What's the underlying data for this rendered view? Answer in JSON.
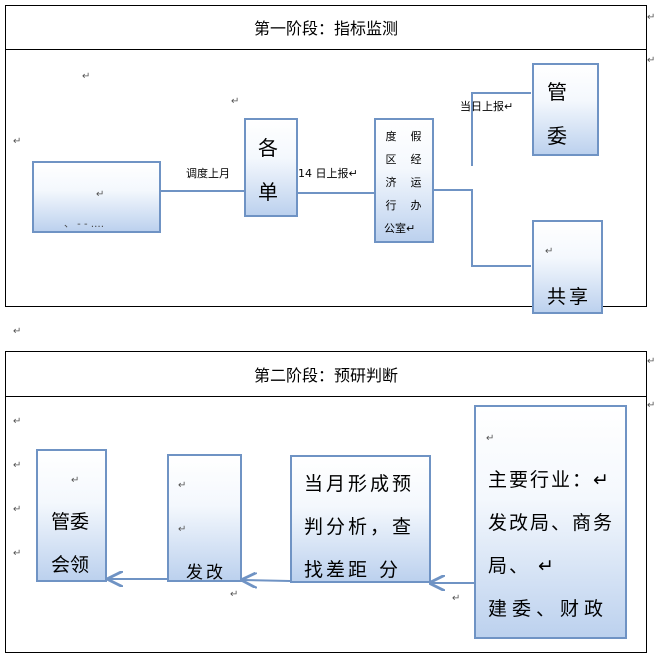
{
  "stage1": {
    "title": "第一阶段：指标监测",
    "mark": "↵",
    "source_box": {
      "text": "、 ‑ ‑ ‥‥"
    },
    "label_monthly": "调度上月",
    "box_units": {
      "line1": "各",
      "line2": "单"
    },
    "label_14th": "14 日上报↵",
    "box_office": {
      "cells": [
        "度",
        "假",
        "区",
        "经",
        "济",
        "运",
        "行",
        "办",
        "公室↵"
      ]
    },
    "label_same_day": "当日上报↵",
    "box_committee": {
      "line1": "管",
      "line2": "委"
    },
    "box_share": {
      "text": "共享"
    }
  },
  "stage2": {
    "title": "第二阶段：预研判断",
    "mark": "↵",
    "box_leaders": {
      "line1": "管委",
      "line2": "会领"
    },
    "box_reform": {
      "text": "发改"
    },
    "box_analysis": {
      "line1": "当月形成预",
      "line2": "判分析，查",
      "line3": "找差距 分"
    },
    "box_industry": {
      "line1": "主要行业：↵",
      "line2": "发改局、商务",
      "line3": "局、 ↵",
      "line4": "建委、财政"
    }
  },
  "colors": {
    "box_border": "#6f93c4",
    "box_fill": "#bcd1ee",
    "line": "#6f93c4"
  }
}
